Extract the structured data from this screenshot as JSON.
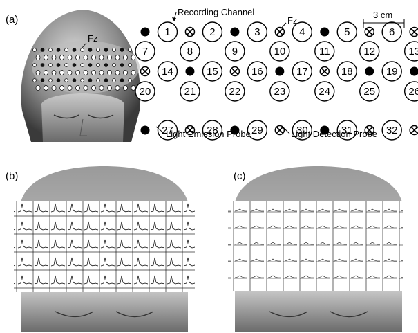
{
  "panels": {
    "a": "(a)",
    "b": "(b)",
    "c": "(c)"
  },
  "layout_a": {
    "recording_channel": "Recording Channel",
    "fz": "Fz",
    "head_fz": "Fz",
    "scale": "3 cm",
    "emission": "Light Emission Probe",
    "detection": "Light Detection Probe"
  },
  "channels": [
    "1",
    "2",
    "3",
    "4",
    "5",
    "6",
    "7",
    "8",
    "9",
    "10",
    "11",
    "12",
    "13",
    "14",
    "15",
    "16",
    "17",
    "18",
    "19",
    "20",
    "21",
    "22",
    "23",
    "24",
    "25",
    "26",
    "27",
    "28",
    "29",
    "30",
    "31",
    "32"
  ]
}
